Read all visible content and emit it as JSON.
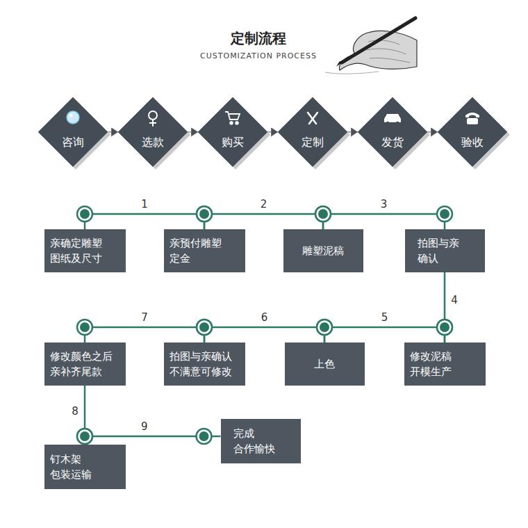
{
  "diagram": {
    "title": "定制流程",
    "nodes": [
      {
        "text": [
          "咨询"
        ]
      },
      {
        "text": [
          "选款"
        ]
      },
      {
        "text": [
          "购买"
        ]
      },
      {
        "text": [
          "定制"
        ]
      },
      {
        "text": [
          "发货"
        ]
      },
      {
        "text": [
          "验收"
        ]
      },
      {
        "text": [
          "亲确定雕塑 图纸及尺寸"
        ]
      },
      {
        "text": [
          "亲预付雕塑 定金"
        ]
      },
      {
        "text": [
          "雕塑泥稿"
        ]
      },
      {
        "text": [
          "拍图与亲 确认"
        ]
      },
      {
        "text": [
          "修改泥稿 开模生产"
        ]
      },
      {
        "text": [
          "上色"
        ]
      },
      {
        "text": [
          "拍图与亲确认 不满意可修改"
        ]
      },
      {
        "text": [
          "修改颜色之后 亲补齐尾款"
        ]
      },
      {
        "text": [
          "钉木架 包装运输"
        ]
      },
      {
        "text": [
          "完成 合作愉快"
        ]
      }
    ],
    "edges": [
      {
        "from": 0,
        "to": 1,
        "arrow": "to"
      },
      {
        "from": 1,
        "to": 2,
        "arrow": "to"
      },
      {
        "from": 2,
        "to": 3,
        "arrow": "to"
      },
      {
        "from": 3,
        "to": 4,
        "arrow": "to"
      },
      {
        "from": 4,
        "to": 5,
        "arrow": "to"
      },
      {
        "from": 6,
        "to": 7,
        "label": "1",
        "arrow": "none"
      },
      {
        "from": 7,
        "to": 8,
        "label": "2",
        "arrow": "none"
      },
      {
        "from": 8,
        "to": 9,
        "label": "3",
        "arrow": "none"
      },
      {
        "from": 9,
        "to": 10,
        "label": "4",
        "arrow": "none"
      },
      {
        "from": 10,
        "to": 11,
        "label": "5",
        "arrow": "none"
      },
      {
        "from": 11,
        "to": 12,
        "label": "6",
        "arrow": "none"
      },
      {
        "from": 12,
        "to": 13,
        "label": "7",
        "arrow": "none"
      },
      {
        "from": 13,
        "to": 14,
        "label": "8",
        "arrow": "none"
      },
      {
        "from": 14,
        "to": 15,
        "label": "9",
        "arrow": "none"
      }
    ],
    "labels": [
      "CUSTOMIZATION PROCESS"
    ]
  }
}
